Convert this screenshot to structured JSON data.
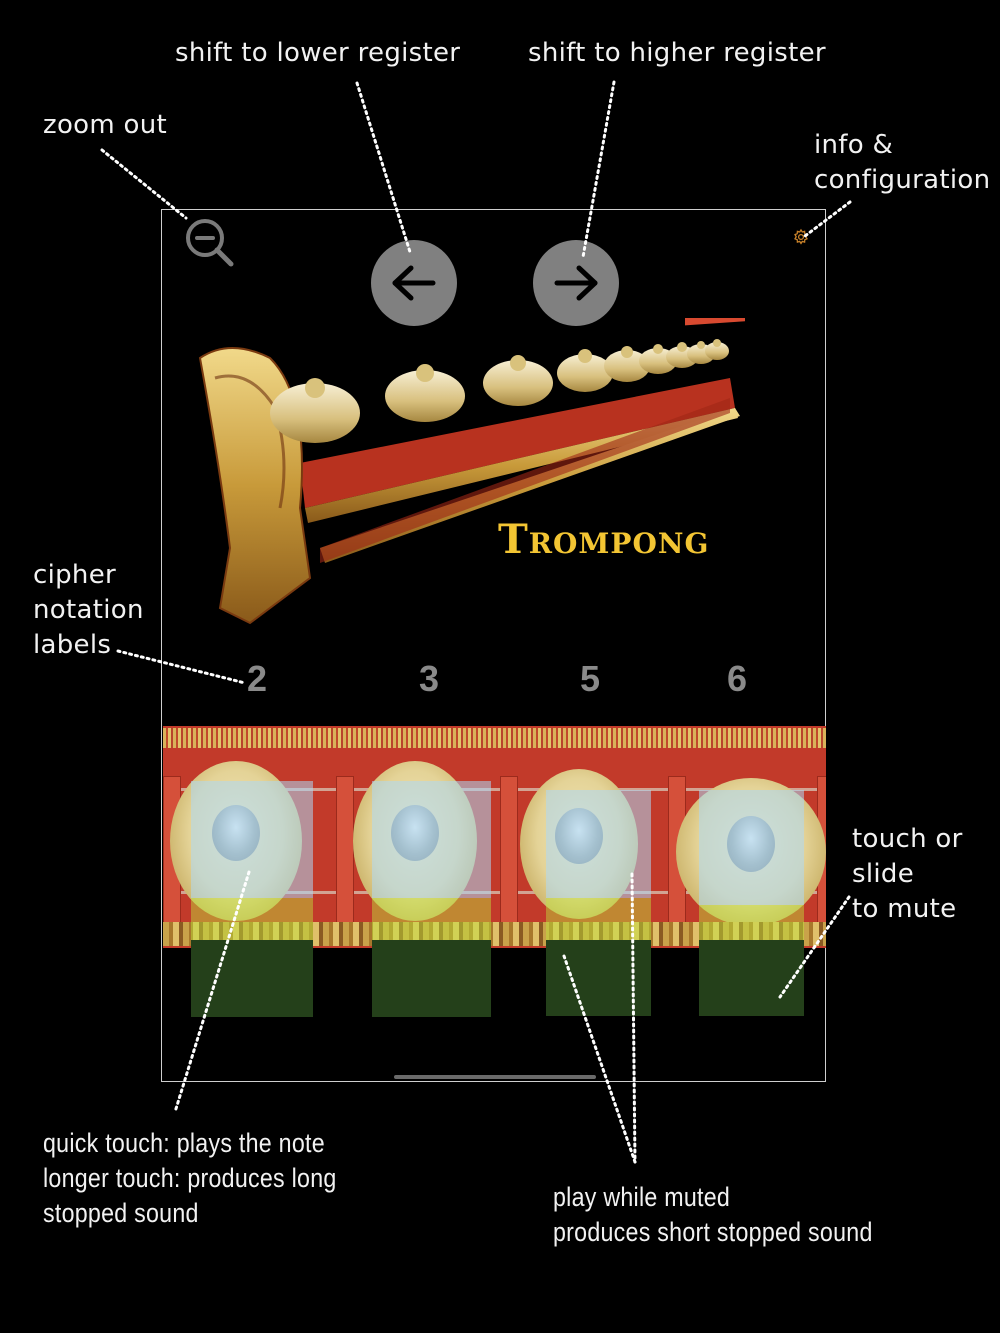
{
  "annotations": {
    "zoom_out": "zoom out",
    "shift_lower": "shift to lower register",
    "shift_higher": "shift to higher register",
    "info_config": "info &\nconfiguration",
    "cipher_labels": "cipher\nnotation\nlabels",
    "touch_mute": "touch or\nslide\nto mute",
    "quick_touch": "quick touch: plays the note\nlonger touch: produces long\nstopped sound",
    "play_muted": "play while muted\nproduces short stopped sound"
  },
  "app": {
    "instrument_title": "Trompong",
    "controls": {
      "zoom_out_icon": "zoom-out-icon",
      "lower_register_icon": "arrow-left-icon",
      "higher_register_icon": "arrow-right-icon",
      "settings_icon": "gear-icon"
    },
    "cipher_notation": [
      "2",
      "3",
      "5",
      "6"
    ],
    "colors": {
      "title": "#f3c533",
      "nav_button": "#808080",
      "cipher_label": "#8a8a8a",
      "settings_icon": "#c9822a",
      "key_zone": "#add8f5",
      "mute_zone": "#24401a",
      "background": "#000000"
    }
  }
}
